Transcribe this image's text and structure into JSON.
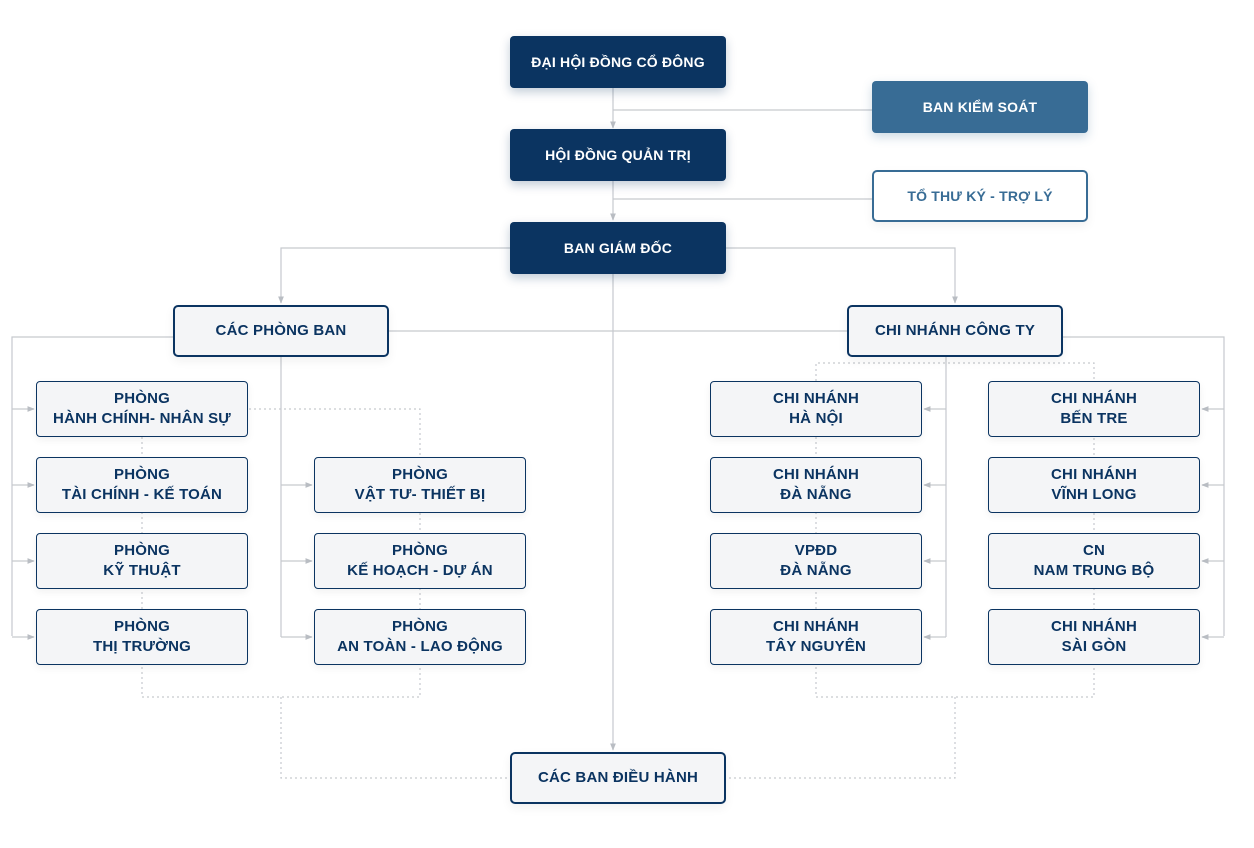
{
  "nodes": {
    "dhdcd": [
      "ĐẠI HỘI ĐỒNG CỔ ĐÔNG"
    ],
    "bks": [
      "BAN KIỂM SOÁT"
    ],
    "hdqt": [
      "HỘI ĐỒNG QUẢN TRỊ"
    ],
    "ttk": [
      "TỔ THƯ KÝ - TRỢ LÝ"
    ],
    "bgd": [
      "BAN GIÁM ĐỐC"
    ],
    "cpb": [
      "CÁC PHÒNG BAN"
    ],
    "cnct": [
      "CHI NHÁNH CÔNG TY"
    ],
    "p_hcns": [
      "PHÒNG",
      "HÀNH CHÍNH- NHÂN SỰ"
    ],
    "p_tckt": [
      "PHÒNG",
      "TÀI CHÍNH - KẾ TOÁN"
    ],
    "p_kt": [
      "PHÒNG",
      "KỸ THUẬT"
    ],
    "p_tt": [
      "PHÒNG",
      "THỊ TRƯỜNG"
    ],
    "p_vttb": [
      "PHÒNG",
      "VẬT TƯ- THIẾT BỊ"
    ],
    "p_khda": [
      "PHÒNG",
      "KẾ HOẠCH - DỰ ÁN"
    ],
    "p_atld": [
      "PHÒNG",
      "AN TOÀN - LAO ĐỘNG"
    ],
    "cn_hn": [
      "CHI NHÁNH",
      "HÀ NỘI"
    ],
    "cn_dn": [
      "CHI NHÁNH",
      "ĐÀ NẴNG"
    ],
    "vpdd_dn": [
      "VPĐD",
      "ĐÀ NẴNG"
    ],
    "cn_tn": [
      "CHI NHÁNH",
      "TÂY NGUYÊN"
    ],
    "cn_bt": [
      "CHI NHÁNH",
      "BẾN TRE"
    ],
    "cn_vl": [
      "CHI NHÁNH",
      "VĨNH LONG"
    ],
    "cn_ntb": [
      "CN",
      "NAM TRUNG BỘ"
    ],
    "cn_sg": [
      "CHI NHÁNH",
      "SÀI GÒN"
    ],
    "cbdh": [
      "CÁC BAN ĐIỀU HÀNH"
    ]
  },
  "colors": {
    "primary": "#0b3461",
    "secondary": "#386c95",
    "box_fill": "#f4f5f7",
    "line": "#c6c9ce"
  }
}
